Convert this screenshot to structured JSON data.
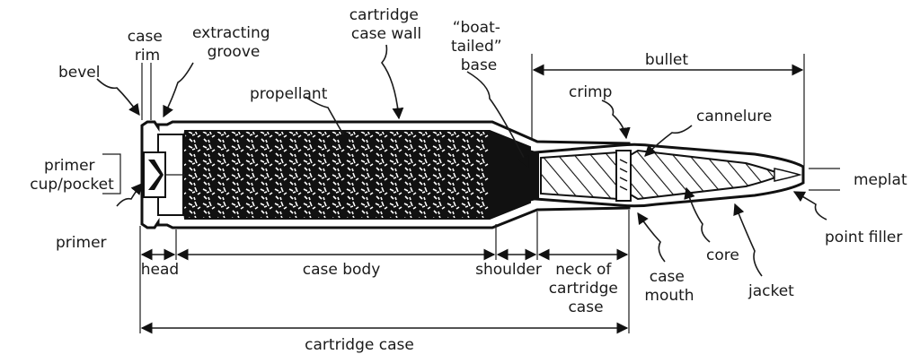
{
  "labels": {
    "case_rim": [
      "case",
      "rim"
    ],
    "extracting_groove": [
      "extracting",
      "groove"
    ],
    "cartridge_case_wall": [
      "cartridge",
      "case wall"
    ],
    "boat_tailed_base": [
      "“boat-",
      "tailed”",
      "base"
    ],
    "bullet": "bullet",
    "bevel": "bevel",
    "propellant": "propellant",
    "crimp": "crimp",
    "cannelure": "cannelure",
    "primer_cup_pocket": [
      "primer",
      "cup/pocket"
    ],
    "meplat": "meplat",
    "primer": "primer",
    "point_filler": "point filler",
    "core": "core",
    "case_mouth": [
      "case",
      "mouth"
    ],
    "jacket": "jacket",
    "head": "head",
    "case_body": "case body",
    "shoulder": "shoulder",
    "neck_of_cartridge_case": [
      "neck of",
      "cartridge",
      "case"
    ],
    "cartridge_case": "cartridge case"
  }
}
